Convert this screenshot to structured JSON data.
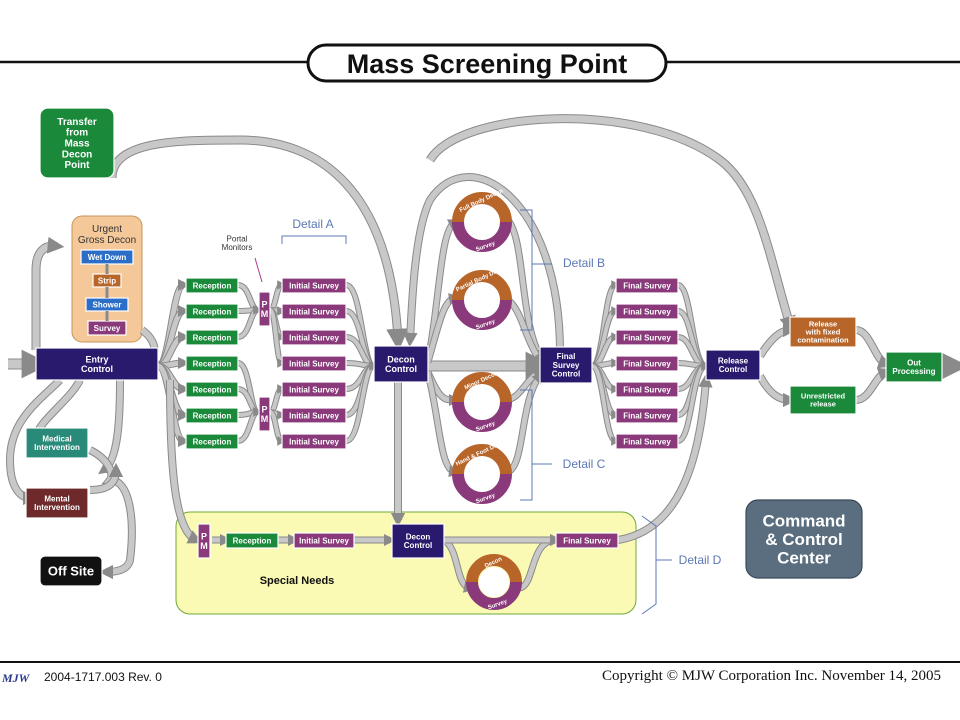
{
  "title": "Mass Screening Point",
  "colors": {
    "navy": "#2a1a6e",
    "green": "#1a8a3a",
    "purple": "#8a3a7a",
    "brown": "#b8652a",
    "blue": "#2a6ec8",
    "teal": "#2a8a7a",
    "maroon": "#6e2a2a",
    "flow": "#c8c8c8",
    "flowStroke": "#8a8a8a",
    "yellow": "#fafab4",
    "peach": "#f5c89a",
    "slate": "#5a6e80",
    "detail": "#5a78b4"
  },
  "nodes": {
    "transfer": "Transfer from Mass Decon Point",
    "urgent_title": "Urgent Gross Decon",
    "wet_down": "Wet Down",
    "strip": "Strip",
    "shower": "Shower",
    "survey": "Survey",
    "entry_control": "Entry Control",
    "medical": "Medical Intervention",
    "mental": "Mental Intervention",
    "off_site": "Off Site",
    "reception": "Reception",
    "portal_monitors": "Portal Monitors",
    "pm": "P M",
    "initial_survey": "Initial Survey",
    "decon_control": "Decon Control",
    "final_survey_control": "Final Survey Control",
    "final_survey": "Final Survey",
    "release_control": "Release Control",
    "release_fixed": "Release with fixed contamination",
    "unrestricted": "Unrestricted release",
    "out_processing": "Out Processing",
    "special_needs": "Special Needs",
    "command_center": "Command & Control Center",
    "decon_loops": [
      "Full Body Decon",
      "Partial Body Decon",
      "Minor Decon",
      "Hand & Foot Decon"
    ],
    "loop_survey": "Survey",
    "special_decon": "Decon",
    "details": [
      "Detail A",
      "Detail B",
      "Detail C",
      "Detail D"
    ]
  },
  "footer": {
    "logo": "MJW",
    "doc_id": "2004-1717.003  Rev. 0",
    "copyright": "Copyright © MJW Corporation Inc. November 14, 2005"
  }
}
